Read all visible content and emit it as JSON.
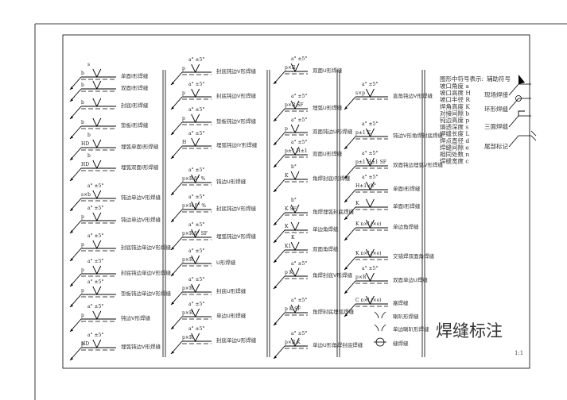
{
  "drawing": {
    "title": "焊缝标注",
    "scale": "1:1",
    "columns": [
      {
        "items": [
          {
            "label": "单面I形焊缝",
            "notes": [
              "s",
              "b"
            ]
          },
          {
            "label": "双面I形焊缝",
            "notes": [
              "b"
            ]
          },
          {
            "label": "封底I形焊缝",
            "notes": [
              "b"
            ]
          },
          {
            "label": "垫板I形焊缝",
            "notes": [
              "b"
            ]
          },
          {
            "label": "埋弧单面I形焊缝",
            "notes": [
              "b",
              "HD"
            ]
          },
          {
            "label": "埋弧双面I形焊缝",
            "notes": [
              "b",
              "HD"
            ]
          },
          {
            "label": "钝边单边V形焊缝",
            "notes": [
              "a° ±5°",
              "s×b"
            ]
          },
          {
            "label": "钝边单边V形焊缝",
            "notes": [
              "a° ±5°",
              "p"
            ]
          },
          {
            "label": "封底钝边单边V形焊缝",
            "notes": [
              "a° ±5°",
              "p"
            ]
          },
          {
            "label": "封底钝边单边V形焊缝",
            "notes": [
              "a° ±5°",
              "p"
            ]
          },
          {
            "label": "垫板钝边单边V形焊缝",
            "notes": [
              "a° ±5°",
              "p"
            ]
          },
          {
            "label": "钝边V形焊缝",
            "notes": [
              "a° ±5°",
              "p"
            ]
          },
          {
            "label": "埋弧钝边V形焊缝",
            "notes": [
              "a° ±5°",
              "p",
              "HD"
            ]
          }
        ]
      },
      {
        "items": [
          {
            "label": "封底钝边V形焊缝",
            "notes": [
              "a° ±5°",
              "p"
            ]
          },
          {
            "label": "封底钝边V形焊缝",
            "notes": [
              "a° ±5°",
              "p"
            ]
          },
          {
            "label": "垫板钝边V形焊缝",
            "notes": [
              "a° ±5°",
              "p"
            ]
          },
          {
            "label": "埋弧钝边IY形焊缝",
            "notes": [
              "a° ±5°",
              "H"
            ]
          },
          {
            "label": "钝边U形焊缝",
            "notes": [
              "a° ±5°",
              "p×R β° %"
            ]
          },
          {
            "label": "封底钝边V形焊缝",
            "notes": [
              "a° ±5°",
              "p×H β° %"
            ]
          },
          {
            "label": "埋弧钝边V形焊缝",
            "notes": [
              "a° ±5°",
              "p×R β° SF"
            ]
          },
          {
            "label": "U形焊缝",
            "notes": [
              "a° ±5°",
              "p×R"
            ]
          },
          {
            "label": "封底U形焊缝",
            "notes": [
              "a° ±5°",
              "p×R"
            ]
          },
          {
            "label": "单边U形焊缝",
            "notes": [
              "a° ±5°",
              "p×R"
            ]
          },
          {
            "label": "封底单边U形焊缝",
            "notes": [
              "a° ±5°",
              "p×R"
            ]
          }
        ]
      },
      {
        "items": [
          {
            "label": "双面U形焊缝",
            "notes": [
              "a° ±5°",
              "p×R"
            ]
          },
          {
            "label": "埋弧U形焊缝",
            "notes": [
              "a° ±5°",
              "p×R SF"
            ]
          },
          {
            "label": "双面钝边U形焊缝",
            "notes": [
              "a° ±5°",
              "p"
            ]
          },
          {
            "label": "双面U形焊缝",
            "notes": [
              "a° ±5°",
              "p±1 H±1"
            ]
          },
          {
            "label": "角焊封底I形焊缝",
            "notes": [
              "b°",
              "K"
            ]
          },
          {
            "label": "角焊埋弧封底焊缝",
            "notes": [
              "b°",
              "K SF"
            ]
          },
          {
            "label": "单边角焊缝",
            "notes": [
              "K"
            ]
          },
          {
            "label": "双面角焊缝",
            "notes": [
              "K",
              "K1"
            ]
          },
          {
            "label": "角焊封底V形焊缝",
            "notes": [
              "a° ±5°",
              "p K"
            ]
          },
          {
            "label": "角焊封底埋弧焊缝",
            "notes": [
              "a° ±5°",
              "p K SF"
            ]
          },
          {
            "label": "单边U形角焊封底焊缝",
            "notes": [
              "a° ±5°",
              "p×R K"
            ]
          }
        ]
      },
      {
        "items": [
          {
            "label": "直角钝边V形焊缝",
            "notes": [
              "a° ±5°",
              "s×p"
            ]
          },
          {
            "label": "钝边V形角焊封底焊缝",
            "notes": [
              "a° ±5°",
              "p±1 K"
            ]
          },
          {
            "label": "双面钝边埋弧V形焊缝",
            "notes": [
              "a° ±5°",
              "p±1 H±1 SF"
            ]
          },
          {
            "label": "单面I形焊缝",
            "notes": [
              "a° ±5°",
              "H±1×b°"
            ]
          },
          {
            "label": "单面I形焊缝",
            "notes": [
              "K"
            ]
          },
          {
            "label": "单边角焊缝",
            "notes": [
              "K n×L(×e)"
            ]
          },
          {
            "label": "交错焊双面角焊缝",
            "notes": [
              "K n×L(×e)"
            ]
          },
          {
            "label": "双面单边U焊缝",
            "notes": [
              "a° ±5°",
              "p×R"
            ]
          },
          {
            "label": "塞焊缝",
            "notes": [
              "C n×L(×e)"
            ]
          },
          {
            "label": "喇叭形焊缝",
            "notes": []
          },
          {
            "label": "单边喇叭形焊缝",
            "notes": []
          },
          {
            "label": "缝焊缝",
            "notes": []
          }
        ]
      }
    ],
    "legend": {
      "heading": "图形中符号表示:",
      "aux_heading": "辅助符号",
      "symbols": [
        "坡口角度 a",
        "坡口高度 H",
        "坡口半径 R",
        "焊角高度 K",
        "对接间隙 b",
        "钝边高度 p",
        "熔透深度 s",
        "焊缝长度 L",
        "焊点直径 d",
        "焊缝间隙 e",
        "相同处数 n",
        "焊缝宽度 c"
      ],
      "aux": [
        "现场焊接",
        "环形焊缝",
        "三面焊缝",
        "尾部标记"
      ]
    }
  }
}
